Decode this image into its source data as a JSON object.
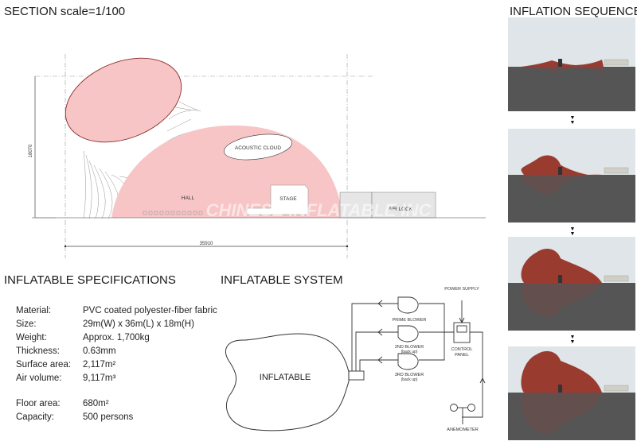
{
  "section": {
    "title": "SECTION scale=1/100",
    "height_dim": "18070",
    "width_dim": "35910",
    "labels": {
      "acoustic_cloud": "ACOUSTIC CLOUD",
      "hall": "HALL",
      "stage": "STAGE",
      "air_lock": "AIR LOCK"
    },
    "watermark": "CHINESE INFLATABLE INC",
    "colors": {
      "membrane_fill": "#f7c5c5",
      "membrane_stroke": "#8a2a2a"
    }
  },
  "specifications": {
    "title": "INFLATABLE SPECIFICATIONS",
    "rows": [
      {
        "label": "Material:",
        "value": "PVC coated polyester-fiber fabric"
      },
      {
        "label": "Size:",
        "value": "29m(W) x 36m(L) x 18m(H)"
      },
      {
        "label": "Weight:",
        "value": "Approx. 1,700kg"
      },
      {
        "label": "Thickness:",
        "value": "0.63mm"
      },
      {
        "label": "Surface area:",
        "value": "2,117m²"
      },
      {
        "label": "Air volume:",
        "value": "9,117m³"
      },
      {
        "label": "Floor area:",
        "value": "680m²"
      },
      {
        "label": "Capacity:",
        "value": "500 persons"
      }
    ]
  },
  "system": {
    "title": "INFLATABLE SYSTEM",
    "inflatable_label": "INFLATABLE",
    "power_supply": "POWER SUPPLY",
    "control_panel_1": "CONTROL",
    "control_panel_2": "PANEL",
    "prime_blower": "PRIME BLOWER",
    "blower2": "2ND BLOWER",
    "blower2_sub": "(back up)",
    "blower3": "3RD BLOWER",
    "blower3_sub": "(back up)",
    "anemometer": "ANEMOMETER"
  },
  "sequence": {
    "title": "INFLATION SEQUENCE",
    "steps": [
      {
        "stage": "1",
        "inflation": 0.05
      },
      {
        "stage": "2",
        "inflation": 0.4
      },
      {
        "stage": "3",
        "inflation": 0.8
      },
      {
        "stage": "4",
        "inflation": 1.0
      }
    ],
    "arrow_glyph": "▼",
    "colors": {
      "sky": "#dfe5e8",
      "ground": "#555555",
      "membrane": "#9a3b30"
    }
  }
}
